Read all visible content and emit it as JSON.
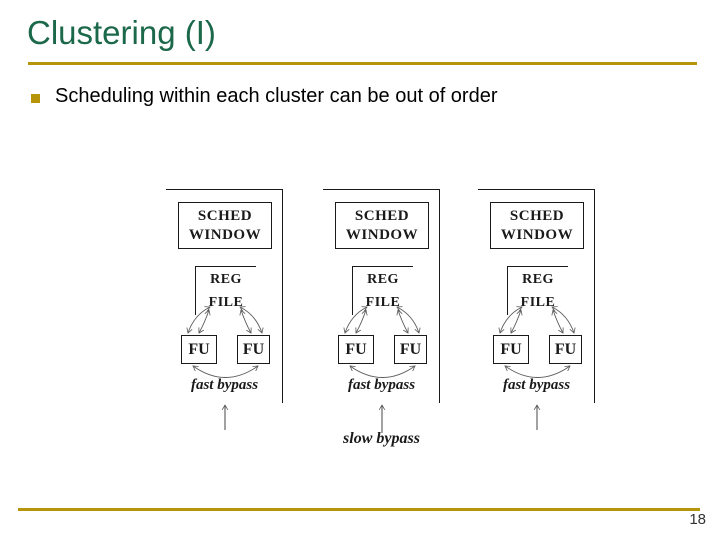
{
  "slide": {
    "title": "Clustering (I)",
    "bullet_text": "Scheduling within each cluster can be out of order",
    "page_number": "18"
  },
  "colors": {
    "title_green": "#1B684A",
    "accent_gold": "#B7950B",
    "diagram_line": "#1a1a1a",
    "arrow_gray": "#5a5a5a",
    "background": "#ffffff"
  },
  "diagram": {
    "clusters": [
      {
        "sched_line1": "SCHED",
        "sched_line2": "WINDOW",
        "reg_line1": "REG",
        "reg_line2": "FILE",
        "fu_left": "FU",
        "fu_right": "FU",
        "fast_bypass_label": "fast bypass"
      },
      {
        "sched_line1": "SCHED",
        "sched_line2": "WINDOW",
        "reg_line1": "REG",
        "reg_line2": "FILE",
        "fu_left": "FU",
        "fu_right": "FU",
        "fast_bypass_label": "fast bypass"
      },
      {
        "sched_line1": "SCHED",
        "sched_line2": "WINDOW",
        "reg_line1": "REG",
        "reg_line2": "FILE",
        "fu_left": "FU",
        "fu_right": "FU",
        "fast_bypass_label": "fast bypass"
      }
    ],
    "slow_bypass_label": "slow bypass"
  }
}
